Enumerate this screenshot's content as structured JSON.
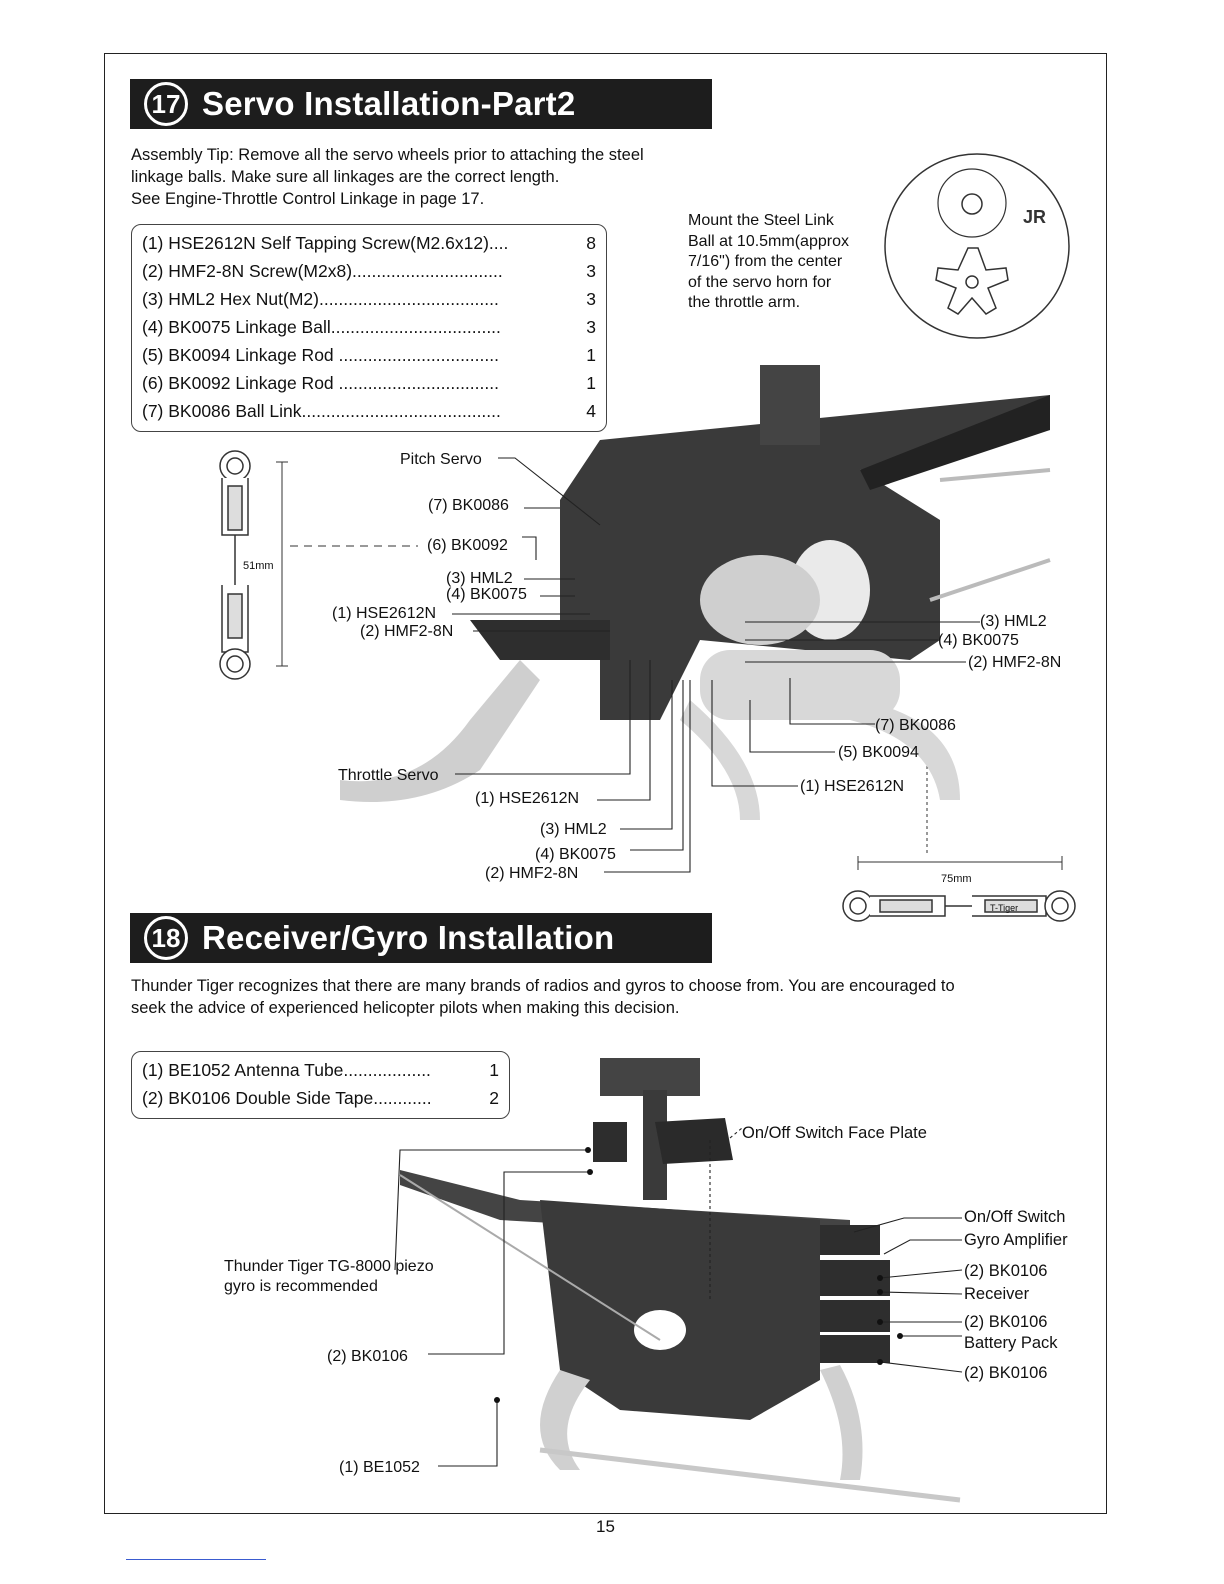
{
  "section17": {
    "number": "17",
    "title": "Servo Installation-Part2",
    "tip": [
      "Assembly Tip: Remove all the servo wheels prior to attaching the steel",
      "linkage balls.  Make sure all linkages are the correct length.",
      "See Engine-Throttle Control Linkage in page 17."
    ],
    "parts": [
      {
        "name": "(1) HSE2612N Self Tapping Screw(M2.6x12)....",
        "qty": "8"
      },
      {
        "name": "(2) HMF2-8N Screw(M2x8)...............................",
        "qty": "3"
      },
      {
        "name": "(3) HML2 Hex Nut(M2).....................................",
        "qty": "3"
      },
      {
        "name": "(4) BK0075 Linkage Ball...................................",
        "qty": "3"
      },
      {
        "name": "(5) BK0094 Linkage Rod .................................",
        "qty": "1"
      },
      {
        "name": "(6) BK0092 Linkage Rod .................................",
        "qty": "1"
      },
      {
        "name": "(7) BK0086 Ball Link.........................................",
        "qty": "4"
      }
    ],
    "mount_note": [
      "Mount the Steel Link",
      "Ball at 10.5mm(approx",
      "7/16\") from the center",
      "of the servo horn for",
      "the throttle arm."
    ],
    "jr_label": "JR",
    "rod_short_length": "51mm",
    "rod_long_length": "75mm",
    "rod_brand": "T-Tiger",
    "callouts": {
      "pitch_servo": "Pitch Servo",
      "c_bk0086_a": "(7) BK0086",
      "c_bk0092": "(6) BK0092",
      "c_hml2_a": "(3) HML2",
      "c_bk0075_a": "(4) BK0075",
      "c_hse_a": "(1) HSE2612N",
      "c_hmf_a": "(2) HMF2-8N",
      "c_hml2_r": "(3) HML2",
      "c_bk0075_r": "(4) BK0075",
      "c_hmf_r": "(2) HMF2-8N",
      "c_bk0086_b": "(7) BK0086",
      "c_bk0094": "(5) BK0094",
      "c_hse_r": "(1) HSE2612N",
      "throttle_servo": "Throttle Servo",
      "c_hse_b": "(1) HSE2612N",
      "c_hml2_b": "(3) HML2",
      "c_bk0075_b": "(4) BK0075",
      "c_hmf_b": "(2) HMF2-8N"
    }
  },
  "section18": {
    "number": "18",
    "title": "Receiver/Gyro Installation",
    "intro": [
      "Thunder Tiger recognizes that there are many brands of radios and gyros to choose from.  You are encouraged to",
      "seek the advice of experienced helicopter pilots when making this decision."
    ],
    "parts": [
      {
        "name": "(1) BE1052 Antenna Tube..................",
        "qty": "1"
      },
      {
        "name": "(2) BK0106 Double Side Tape............",
        "qty": "2"
      }
    ],
    "callouts": {
      "faceplate": "On/Off Switch Face Plate",
      "switch": "On/Off Switch",
      "gyro_amp": "Gyro Amplifier",
      "bk0106_1": "(2) BK0106",
      "receiver": "Receiver",
      "bk0106_2": "(2) BK0106",
      "battery": "Battery Pack",
      "bk0106_3": "(2) BK0106",
      "gyro_note_1": "Thunder Tiger TG-8000 piezo",
      "gyro_note_2": "gyro is recommended",
      "bk0106_left": "(2) BK0106",
      "be1052": "(1) BE1052"
    }
  },
  "page_number": "15"
}
